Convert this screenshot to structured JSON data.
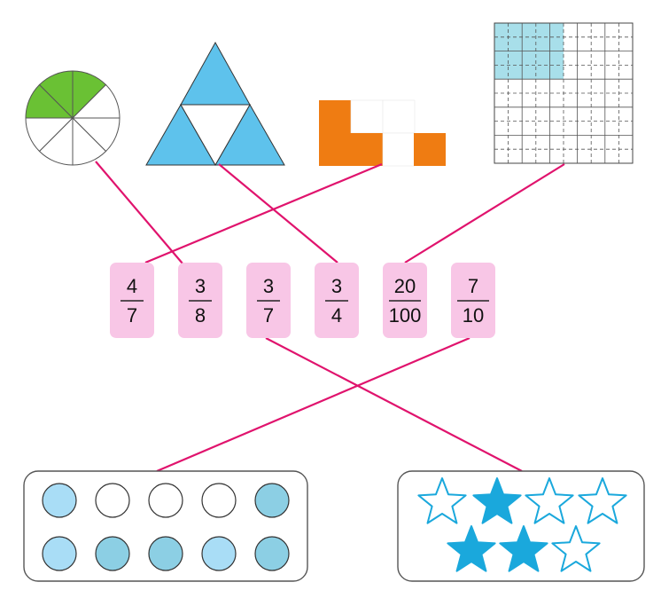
{
  "colors": {
    "pie_green": "#6ac134",
    "triangle_blue": "#5ec2ec",
    "square_orange": "#ef7c12",
    "grid_cyan": "#a8dfea",
    "card_pink": "#f8c6e6",
    "line_magenta": "#e0136d",
    "dot_light": "#a9ddf6",
    "dot_dark": "#8ccfe4",
    "star_blue": "#1aa8dc"
  },
  "figures": {
    "pie": {
      "shaded_parts": 3,
      "total_parts": 8
    },
    "triangle": {
      "shaded_parts": 3,
      "total_parts": 4
    },
    "squares": {
      "shaded_parts": 4,
      "total_parts": 7
    },
    "grid": {
      "shaded_cells": 20,
      "total_cells": 100
    },
    "dots": {
      "shaded": 7,
      "total": 10
    },
    "stars": {
      "shaded": 3,
      "total": 7
    }
  },
  "cards": [
    {
      "numerator": "4",
      "denominator": "7"
    },
    {
      "numerator": "3",
      "denominator": "8"
    },
    {
      "numerator": "3",
      "denominator": "7"
    },
    {
      "numerator": "3",
      "denominator": "4"
    },
    {
      "numerator": "20",
      "denominator": "100"
    },
    {
      "numerator": "7",
      "denominator": "10"
    }
  ]
}
